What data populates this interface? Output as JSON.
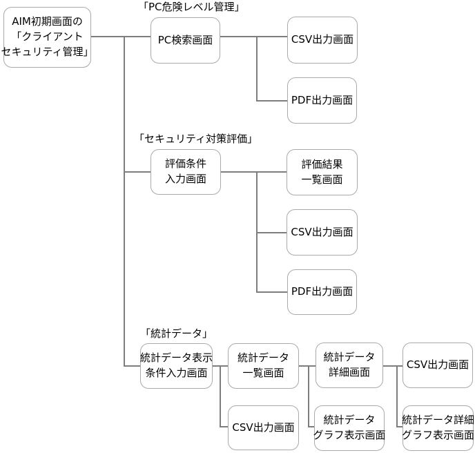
{
  "diagram": {
    "type": "screen-transition-hierarchy",
    "colors": {
      "background": "#ffffff",
      "node_fill": "#ffffff",
      "node_border": "#a9a9a9",
      "connector": "#7d7d7d",
      "text": "#000000"
    },
    "sections": [
      {
        "label": "「PC危険レベル管理」"
      },
      {
        "label": "「セキュリティ対策評価」"
      },
      {
        "label": "「統計データ」"
      }
    ],
    "nodes": {
      "root": {
        "label": "AIM初期画面の\n「クライアント\nセキュリティ管理」"
      },
      "pc_search": {
        "label": "PC検索画面"
      },
      "pc_csv": {
        "label": "CSV出力画面"
      },
      "pc_pdf": {
        "label": "PDF出力画面"
      },
      "eval_cond": {
        "label": "評価条件\n入力画面"
      },
      "eval_result": {
        "label": "評価結果\n一覧画面"
      },
      "eval_csv": {
        "label": "CSV出力画面"
      },
      "eval_pdf": {
        "label": "PDF出力画面"
      },
      "stat_cond": {
        "label": "統計データ表示\n条件入力画面"
      },
      "stat_list": {
        "label": "統計データ\n一覧画面"
      },
      "stat_list_csv": {
        "label": "CSV出力画面"
      },
      "stat_detail": {
        "label": "統計データ\n詳細画面"
      },
      "stat_graph": {
        "label": "統計データ\nグラフ表示画面"
      },
      "stat_detail_csv": {
        "label": "CSV出力画面"
      },
      "stat_detail_graph": {
        "label": "統計データ詳細\nグラフ表示画面"
      }
    },
    "edges": [
      {
        "from": "root",
        "to": "pc_search"
      },
      {
        "from": "pc_search",
        "to": "pc_csv"
      },
      {
        "from": "pc_search",
        "to": "pc_pdf"
      },
      {
        "from": "root",
        "to": "eval_cond"
      },
      {
        "from": "eval_cond",
        "to": "eval_result"
      },
      {
        "from": "eval_cond",
        "to": "eval_csv"
      },
      {
        "from": "eval_cond",
        "to": "eval_pdf"
      },
      {
        "from": "root",
        "to": "stat_cond"
      },
      {
        "from": "stat_cond",
        "to": "stat_list"
      },
      {
        "from": "stat_cond",
        "to": "stat_list_csv"
      },
      {
        "from": "stat_list",
        "to": "stat_detail"
      },
      {
        "from": "stat_list",
        "to": "stat_graph"
      },
      {
        "from": "stat_detail",
        "to": "stat_detail_csv"
      },
      {
        "from": "stat_detail",
        "to": "stat_detail_graph"
      }
    ]
  }
}
